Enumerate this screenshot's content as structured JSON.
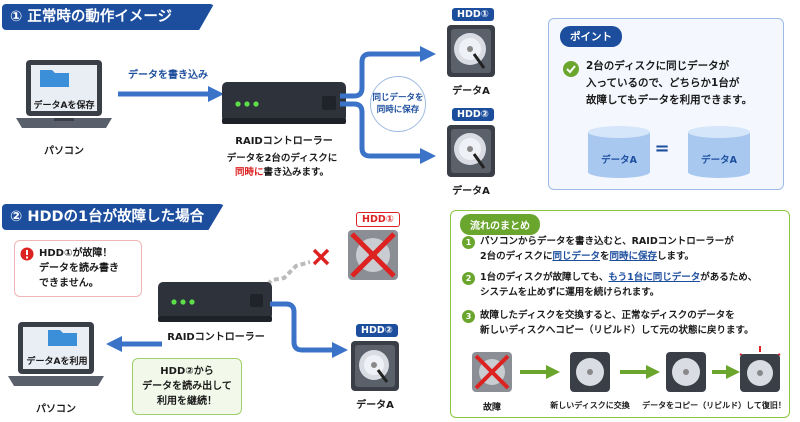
{
  "section1": {
    "title": "① 正常時の動作イメージ",
    "pc_screen_label": "データAを保存",
    "pc_label": "パソコン",
    "arrow_label": "データを書き込み",
    "raid_label": "RAIDコントローラー",
    "raid_desc_line1": "データを2台のディスクに",
    "raid_desc_red": "同時に",
    "raid_desc_rest": "書き込みます。",
    "bubble_line1": "同じデータを",
    "bubble_line2": "同時に保存",
    "hdd1_tag": "HDD①",
    "hdd1_label": "データA",
    "hdd2_tag": "HDD②",
    "hdd2_label": "データA"
  },
  "point": {
    "title": "ポイント",
    "line1": "2台のディスクに同じデータが",
    "line2": "入っているので、どちらか1台が",
    "line3": "故障してもデータを利用できます。",
    "cyl1": "データA",
    "equals": "=",
    "cyl2": "データA"
  },
  "section2": {
    "title": "② HDDの1台が故障した場合",
    "alert_line1": "HDD①が故障！",
    "alert_line2": "データを読み書き",
    "alert_line3": "できません。",
    "hdd1_tag": "HDD①",
    "raid_label": "RAIDコントローラー",
    "hdd2_tag": "HDD②",
    "hdd2_label": "データA",
    "pc_screen_label": "データAを利用",
    "pc_label": "パソコン",
    "callout_line1": "HDD②から",
    "callout_line2": "データを読み出して",
    "callout_line3": "利用を継続！"
  },
  "summary": {
    "title": "流れのまとめ",
    "steps": [
      {
        "num": "1",
        "line1_a": "パソコンからデータを書き込むと、RAIDコントローラーが",
        "line2_a": "2台のディスクに",
        "line2_hl1": "同じデータ",
        "line2_b": "を",
        "line2_hl2": "同時に保存",
        "line2_c": "します。"
      },
      {
        "num": "2",
        "line1_a": "1台のディスクが故障しても、",
        "line1_hl": "もう1台に同じデータ",
        "line1_b": "があるため、",
        "line2_a": "システムを止めずに運用を続けられます。"
      },
      {
        "num": "3",
        "line1_a": "故障したディスクを交換すると、正常なディスクのデータを",
        "line2_a": "新しいディスクへコピー（リビルド）して元の状態に戻ります。"
      }
    ],
    "flow": [
      "故障",
      "新しいディスクに交換",
      "データをコピー（リビルド）して復旧！"
    ]
  },
  "colors": {
    "brand_blue": "#1d4e9e",
    "arrow_blue": "#3b73c8",
    "green": "#6aa52e",
    "red": "#d22222"
  }
}
